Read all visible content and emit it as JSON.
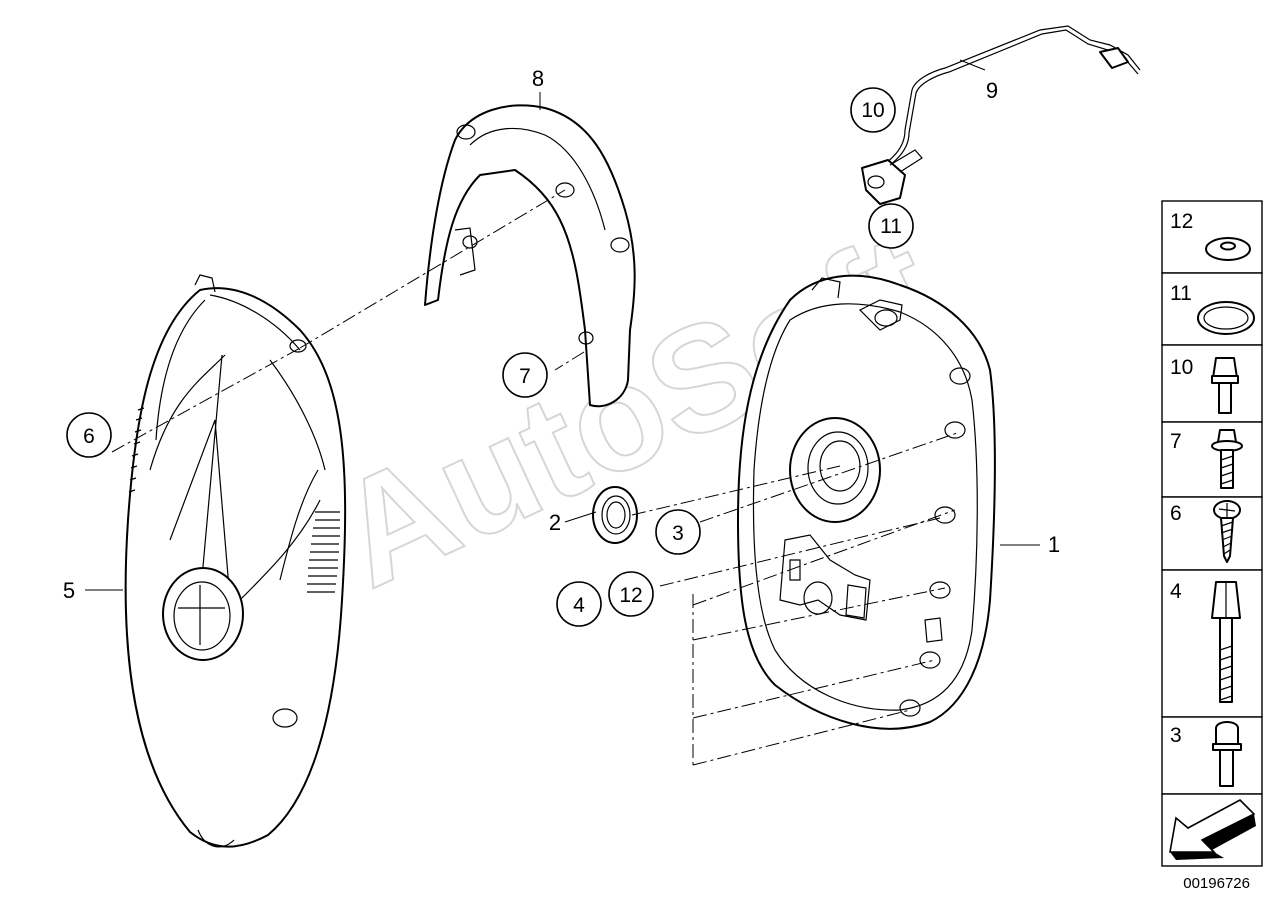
{
  "diagram": {
    "watermark": "AutoSoft",
    "reference_number": "00196726",
    "callouts": [
      {
        "id": "1",
        "label": "1",
        "circled": false
      },
      {
        "id": "2",
        "label": "2",
        "circled": false
      },
      {
        "id": "3",
        "label": "3",
        "circled": true
      },
      {
        "id": "4",
        "label": "4",
        "circled": true
      },
      {
        "id": "5",
        "label": "5",
        "circled": false
      },
      {
        "id": "6",
        "label": "6",
        "circled": true
      },
      {
        "id": "7",
        "label": "7",
        "circled": true
      },
      {
        "id": "8",
        "label": "8",
        "circled": false
      },
      {
        "id": "9",
        "label": "9",
        "circled": false
      },
      {
        "id": "10",
        "label": "10",
        "circled": true
      },
      {
        "id": "11",
        "label": "11",
        "circled": true
      },
      {
        "id": "12",
        "label": "12",
        "circled": true
      }
    ],
    "legend": [
      {
        "label": "12",
        "icon": "washer-icon"
      },
      {
        "label": "11",
        "icon": "o-ring-icon"
      },
      {
        "label": "10",
        "icon": "hex-bolt-icon"
      },
      {
        "label": "7",
        "icon": "collar-bolt-icon"
      },
      {
        "label": "6",
        "icon": "tapping-screw-icon"
      },
      {
        "label": "4",
        "icon": "stud-bolt-icon"
      },
      {
        "label": "3",
        "icon": "torx-bolt-icon"
      }
    ],
    "direction_icon": "arrow-left-down-icon"
  }
}
